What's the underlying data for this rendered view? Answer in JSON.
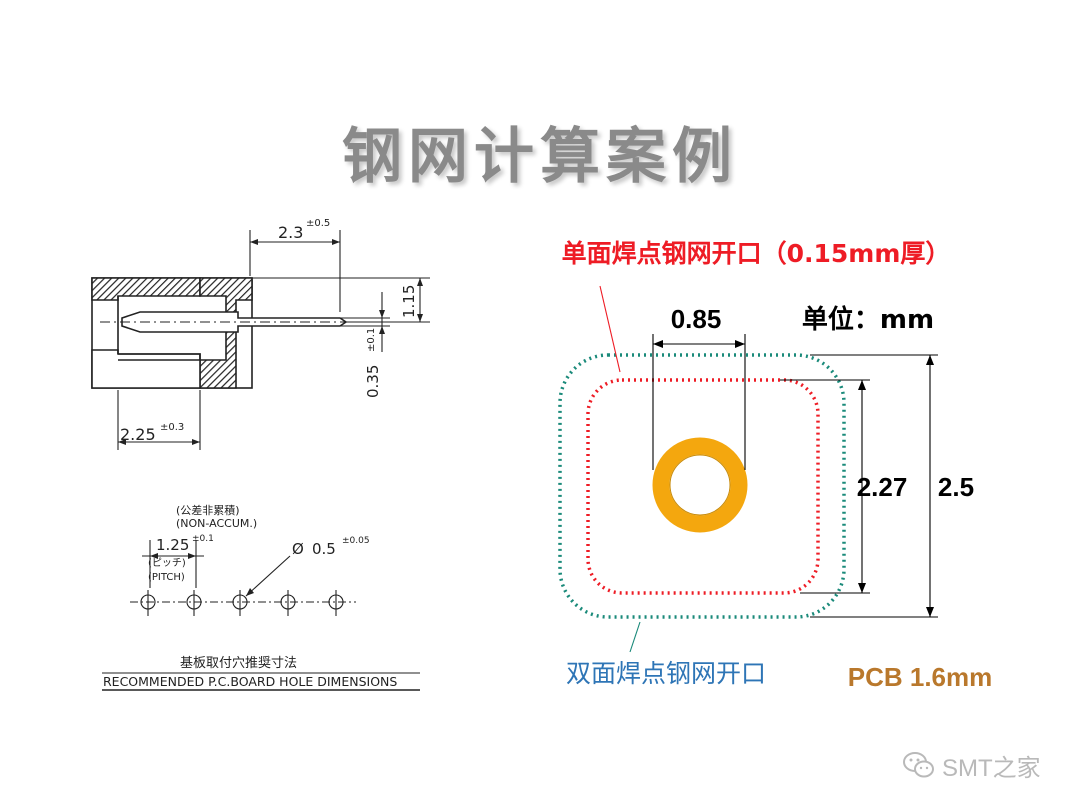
{
  "title": "钢网计算案例",
  "left_drawing": {
    "top": {
      "dim_length": "2.3",
      "dim_length_tol": "±0.5",
      "dim_height": "1.15",
      "dim_pin": "0.35",
      "dim_pin_tol": "±0.1",
      "dim_base": "2.25",
      "dim_base_tol": "±0.3"
    },
    "bottom": {
      "note_jp": "(公差非累積)",
      "note_en": "(NON-ACCUM.)",
      "pitch": "1.25",
      "pitch_tol": "±0.1",
      "pitch_jp": "(ピッチ)",
      "pitch_en": "(PITCH)",
      "hole": "0.5",
      "hole_tol": "±0.05",
      "caption_jp": "基板取付穴推奨寸法",
      "caption_en": "RECOMMENDED P.C.BOARD HOLE DIMENSIONS"
    }
  },
  "right_diagram": {
    "single_label": "单面焊点钢网开口（0.15mm厚）",
    "dim_085": "0.85",
    "unit": "单位：mm",
    "dim_227": "2.27",
    "dim_25": "2.5",
    "double_label": "双面焊点钢网开口",
    "pcb": "PCB 1.6mm",
    "colors": {
      "red": "#ee1c25",
      "teal": "#1a8a7a",
      "gold": "#f4a70e",
      "blue": "#2e75b6",
      "brown": "#b9782c"
    }
  },
  "watermark": {
    "text": "SMT之家"
  }
}
